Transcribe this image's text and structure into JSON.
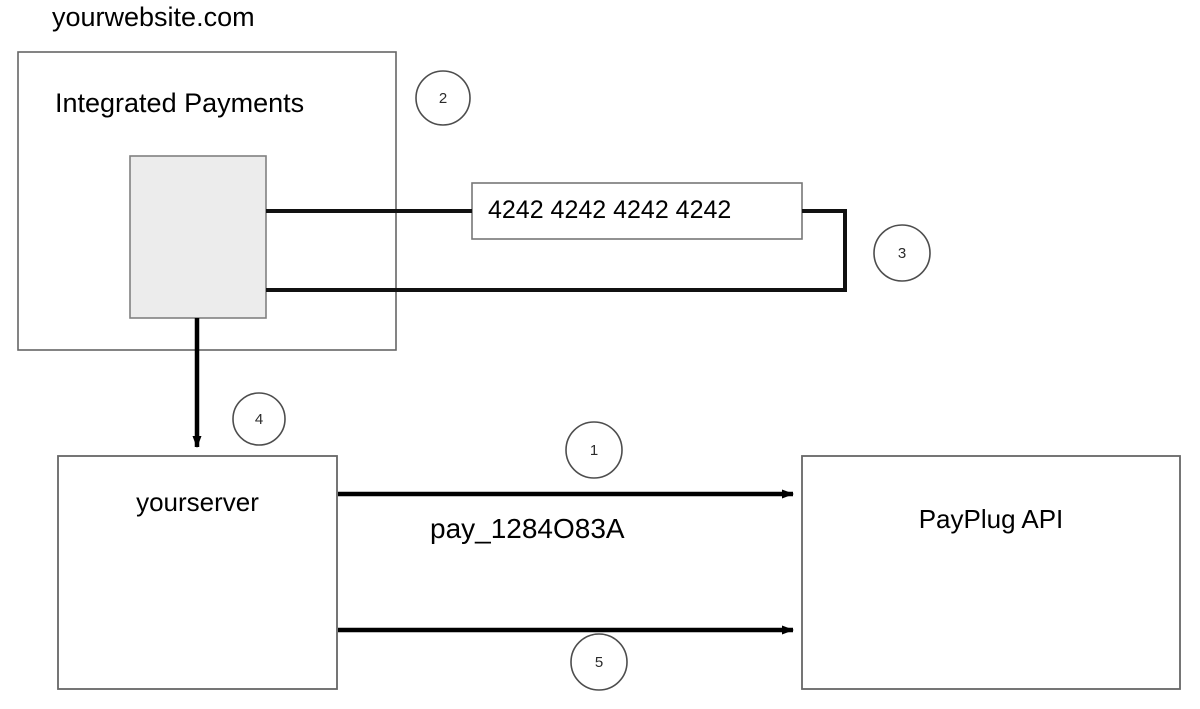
{
  "diagram": {
    "title_label": "yourwebsite.com",
    "browser_frame": {
      "name": "yourwebsite.com",
      "heading": "Integrated Payments",
      "iframe_label": ""
    },
    "nodes": {
      "integrated_payments": "Integrated Payments",
      "card_input": "4242 4242 4242 4242",
      "yourserver": "yourserver",
      "payplug_api": "PayPlug API"
    },
    "edge_labels": {
      "payment_id": "pay_1284O83A"
    },
    "steps": [
      {
        "id": "1",
        "label": "1"
      },
      {
        "id": "2",
        "label": "2"
      },
      {
        "id": "3",
        "label": "3"
      },
      {
        "id": "4",
        "label": "4"
      },
      {
        "id": "5",
        "label": "5"
      }
    ],
    "colors": {
      "background": "#ffffff",
      "stroke": "#000000",
      "box_stroke": "#666666",
      "iframe_fill": "#ececec",
      "circle_stroke": "#4d4d4d",
      "text": "#000000"
    }
  }
}
